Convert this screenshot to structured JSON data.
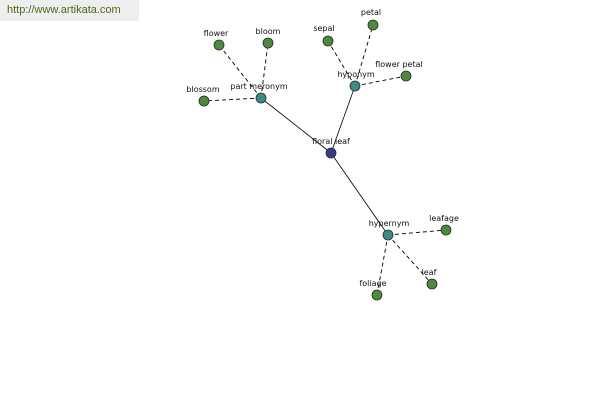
{
  "header": {
    "url": "http://www.artikata.com"
  },
  "colors": {
    "center": "#353a8a",
    "relation": "#3c8a86",
    "term": "#4d8a3e",
    "url_bg": "#eeeeee",
    "url_text": "#4a6a1a"
  },
  "graph": {
    "nodes": [
      {
        "id": "floral-leaf",
        "label": "floral leaf",
        "kind": "center"
      },
      {
        "id": "part-meronym",
        "label": "part meronym",
        "kind": "relation"
      },
      {
        "id": "hyponym",
        "label": "hyponym",
        "kind": "relation"
      },
      {
        "id": "hypernym",
        "label": "hypernym",
        "kind": "relation"
      },
      {
        "id": "flower",
        "label": "flower",
        "kind": "term"
      },
      {
        "id": "bloom",
        "label": "bloom",
        "kind": "term"
      },
      {
        "id": "blossom",
        "label": "blossom",
        "kind": "term"
      },
      {
        "id": "sepal",
        "label": "sepal",
        "kind": "term"
      },
      {
        "id": "petal",
        "label": "petal",
        "kind": "term"
      },
      {
        "id": "flower-petal",
        "label": "flower petal",
        "kind": "term"
      },
      {
        "id": "leafage",
        "label": "leafage",
        "kind": "term"
      },
      {
        "id": "leaf",
        "label": "leaf",
        "kind": "term"
      },
      {
        "id": "foliage",
        "label": "foliage",
        "kind": "term"
      }
    ],
    "edges": [
      {
        "from": "floral-leaf",
        "to": "part-meronym",
        "style": "solid"
      },
      {
        "from": "floral-leaf",
        "to": "hyponym",
        "style": "solid"
      },
      {
        "from": "floral-leaf",
        "to": "hypernym",
        "style": "solid"
      },
      {
        "from": "part-meronym",
        "to": "flower",
        "style": "dashed"
      },
      {
        "from": "part-meronym",
        "to": "bloom",
        "style": "dashed"
      },
      {
        "from": "part-meronym",
        "to": "blossom",
        "style": "dashed"
      },
      {
        "from": "hyponym",
        "to": "sepal",
        "style": "dashed"
      },
      {
        "from": "hyponym",
        "to": "petal",
        "style": "dashed"
      },
      {
        "from": "hyponym",
        "to": "flower-petal",
        "style": "dashed"
      },
      {
        "from": "hypernym",
        "to": "leafage",
        "style": "dashed"
      },
      {
        "from": "hypernym",
        "to": "leaf",
        "style": "dashed"
      },
      {
        "from": "hypernym",
        "to": "foliage",
        "style": "dashed"
      }
    ]
  }
}
